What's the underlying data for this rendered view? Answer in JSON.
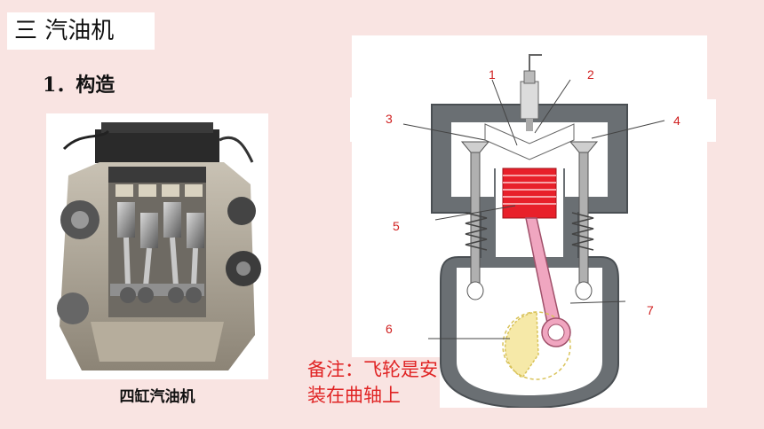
{
  "slide": {
    "section_title": "三  汽油机",
    "subheading": "1．构造",
    "photo_caption": "四缸汽油机",
    "note_line1": "备注：飞轮是安",
    "note_line2": "装在曲轴上"
  },
  "diagram": {
    "labels": [
      "1",
      "2",
      "3",
      "4",
      "5",
      "6",
      "7"
    ],
    "label_color": "#d02020",
    "piston_color": "#e8202a",
    "flywheel_color": "#f6e9a8",
    "rod_color": "#f0a6c0"
  }
}
